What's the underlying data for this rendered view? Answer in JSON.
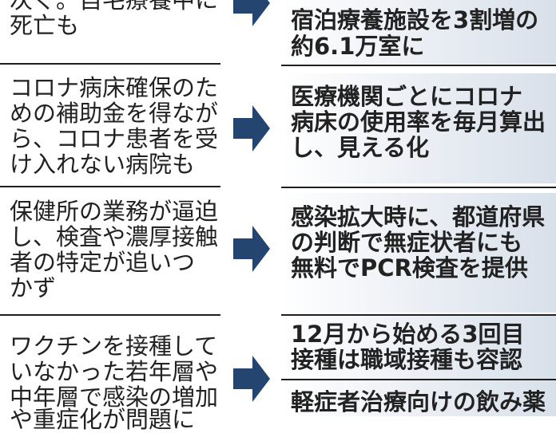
{
  "rows": [
    {
      "problem_lines": [
        "次ぐ。自宅療養中に",
        "死亡も"
      ],
      "measure_blocks": [
        [
          "宿泊療養施設を3割増の",
          "約6.1万室に"
        ]
      ]
    },
    {
      "problem_lines": [
        "コロナ病床確保のた",
        "めの補助金を得なが",
        "ら、コロナ患者を受",
        "け入れない病院も"
      ],
      "measure_blocks": [
        [
          "医療機関ごとにコロナ",
          "病床の使用率を毎月算出",
          "し、見える化"
        ]
      ]
    },
    {
      "problem_lines": [
        "保健所の業務が逼迫",
        "し、検査や濃厚接触",
        "者の特定が追いつ",
        "かず"
      ],
      "measure_blocks": [
        [
          "感染拡大時に、都道府県",
          "の判断で無症状者にも",
          "無料でPCR検査を提供"
        ]
      ]
    },
    {
      "problem_lines": [
        "ワクチンを接種して",
        "いなかった若年層や",
        "中年層で感染の増加",
        "や重症化が問題に"
      ],
      "measure_blocks": [
        [
          "12月から始める3回目",
          "接種は職域接種も容認"
        ],
        [
          "軽症者治療向けの飲み薬"
        ]
      ]
    }
  ],
  "colors": {
    "divider": "#1f1f1f",
    "arrow": "#24456f",
    "panel_tint": "#d8e0ea"
  },
  "icons": {
    "arrow": "right-arrow-icon"
  }
}
